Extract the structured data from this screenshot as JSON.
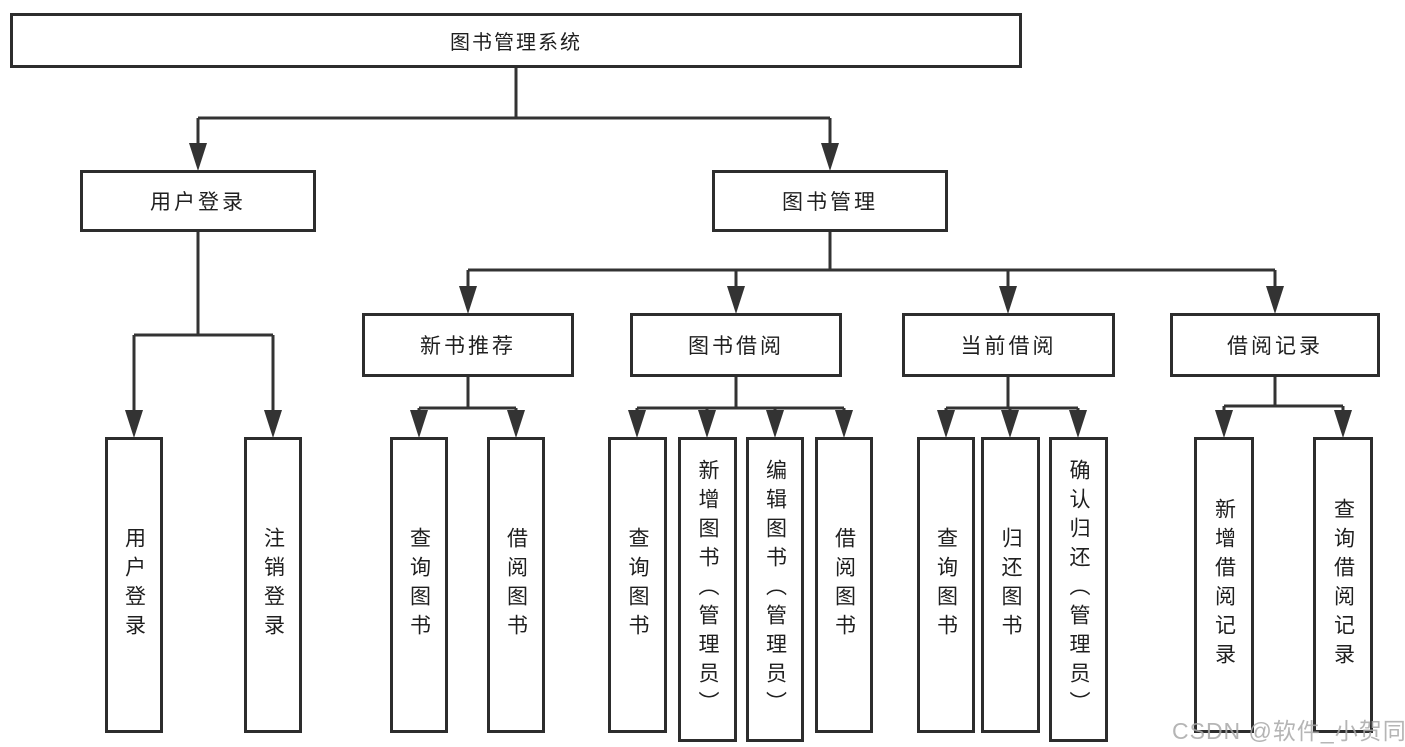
{
  "diagram": {
    "root": {
      "label": "图书管理系统"
    },
    "branches": [
      {
        "label": "用户登录",
        "children": [
          {
            "label": "用户登录"
          },
          {
            "label": "注销登录"
          }
        ]
      },
      {
        "label": "图书管理",
        "children": [
          {
            "label": "新书推荐",
            "children": [
              {
                "label": "查询图书"
              },
              {
                "label": "借阅图书"
              }
            ]
          },
          {
            "label": "图书借阅",
            "children": [
              {
                "label": "查询图书"
              },
              {
                "label": "新增图书（管理员）"
              },
              {
                "label": "编辑图书（管理员）"
              },
              {
                "label": "借阅图书"
              }
            ]
          },
          {
            "label": "当前借阅",
            "children": [
              {
                "label": "查询图书"
              },
              {
                "label": "归还图书"
              },
              {
                "label": "确认归还（管理员）"
              }
            ]
          },
          {
            "label": "借阅记录",
            "children": [
              {
                "label": "新增借阅记录"
              },
              {
                "label": "查询借阅记录"
              }
            ]
          }
        ]
      }
    ]
  },
  "watermark": {
    "text": "CSDN @软件_小贺同学"
  },
  "colors": {
    "line": "#333333",
    "box_border": "#2d2d2d",
    "text": "#1f1f1f",
    "background": "#ffffff",
    "watermark": "#a8a8a8"
  }
}
